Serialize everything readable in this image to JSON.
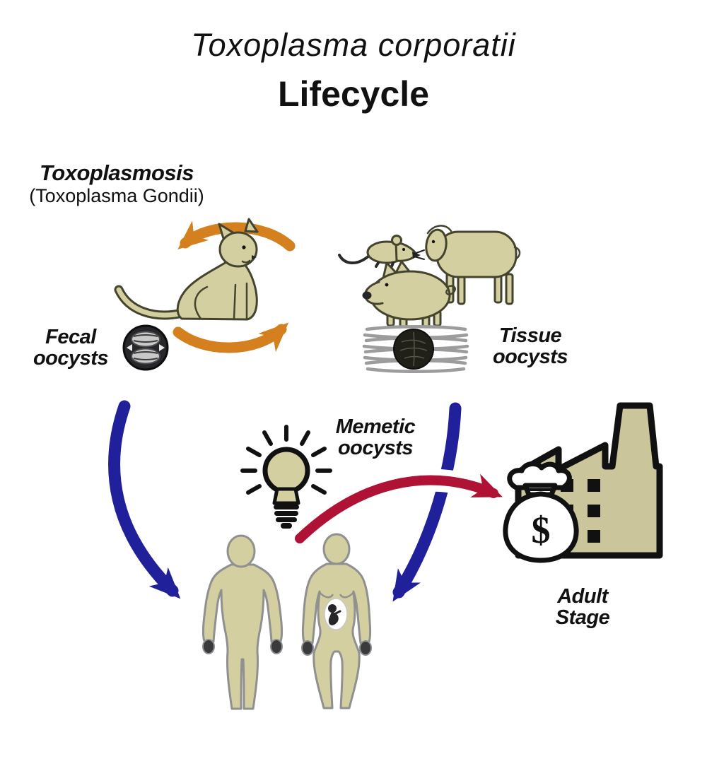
{
  "title": {
    "species": "Toxoplasma corporatii",
    "heading": "Lifecycle"
  },
  "disease": {
    "name": "Toxoplasmosis",
    "latin": "(Toxoplasma Gondii)"
  },
  "labels": {
    "fecal": "Fecal oocysts",
    "tissue": "Tissue oocysts",
    "memetic": "Memetic oocysts",
    "adult": "Adult Stage"
  },
  "icons": {
    "money_bag_symbol": "$",
    "names": [
      "cat-icon",
      "mouse-icon",
      "sheep-icon",
      "pig-icon",
      "fecal-oocyst-icon",
      "tissue-cyst-icon",
      "lightbulb-icon",
      "factory-icon",
      "money-bag-icon",
      "human-male-icon",
      "human-female-pregnant-icon"
    ]
  },
  "edges": [
    {
      "id": "arrow-orange-top",
      "from": "intermediate-hosts",
      "to": "cat",
      "color": "orange"
    },
    {
      "id": "arrow-orange-bottom",
      "from": "cat",
      "to": "intermediate-hosts",
      "color": "orange"
    },
    {
      "id": "arrow-blue-left",
      "from": "fecal-oocysts",
      "to": "humans",
      "color": "blue"
    },
    {
      "id": "arrow-blue-right",
      "from": "tissue-oocysts",
      "to": "humans",
      "color": "blue"
    },
    {
      "id": "arrow-red-memetic",
      "from": "memetic-oocysts",
      "to": "adult-stage-factory",
      "color": "red"
    }
  ],
  "colors": {
    "orange": "#d5801f",
    "blue": "#20209a",
    "red": "#b01236",
    "khaki": "#d4cfa0",
    "khaki-dark": "#cbc59c",
    "outline": "#44442e",
    "human-outline": "#909090",
    "fiber": "#9c9c9c",
    "ink": "#111111",
    "bg": "#ffffff"
  }
}
